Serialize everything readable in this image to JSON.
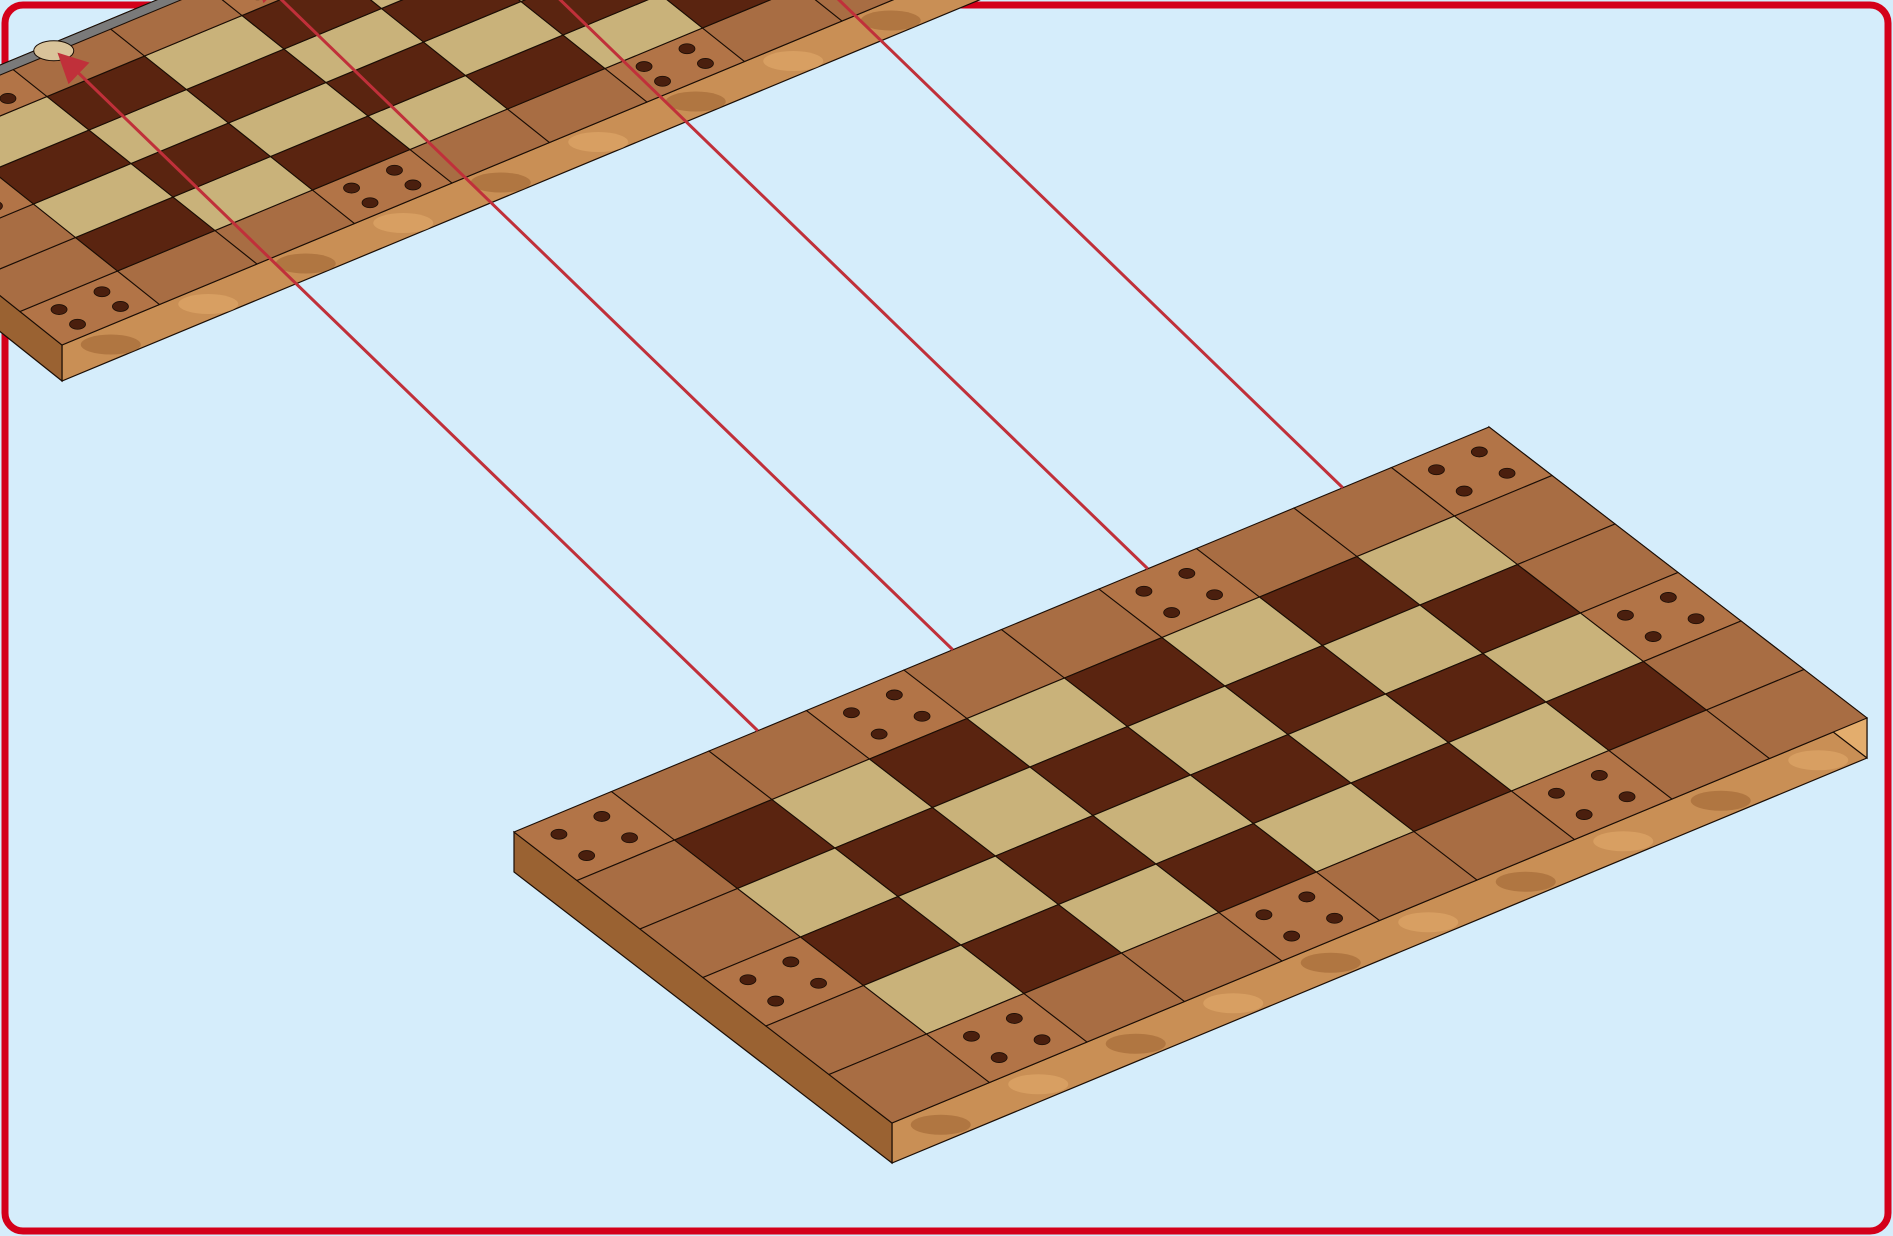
{
  "figure": {
    "kind": "building-instruction-step",
    "subject": "chessboard-halves-connection"
  },
  "colors": {
    "background": "#d5edfb",
    "frame": "#d4001a",
    "dark_square": "#5a2410",
    "light_square": "#c9b27a",
    "border_tile": "#a86d43",
    "stud_tile": "#b27447",
    "stud": "#4a1f0e",
    "side_light": "#e3ad6d",
    "side_mid": "#c98f55",
    "side_dark": "#9a6232",
    "hinge_plate": "#7a7a7a",
    "hinge_clip": "#d9c39a",
    "arrow": "#c0303a",
    "outline": "#1a0d05"
  },
  "boards": [
    {
      "name": "top-board-half",
      "rows": 4,
      "cols": 8,
      "squares_pattern": "checker"
    },
    {
      "name": "bottom-board-half",
      "rows": 4,
      "cols": 8,
      "squares_pattern": "checker"
    }
  ],
  "connections": {
    "count": 4,
    "direction": "bottom-half-to-top-half-hinges"
  }
}
